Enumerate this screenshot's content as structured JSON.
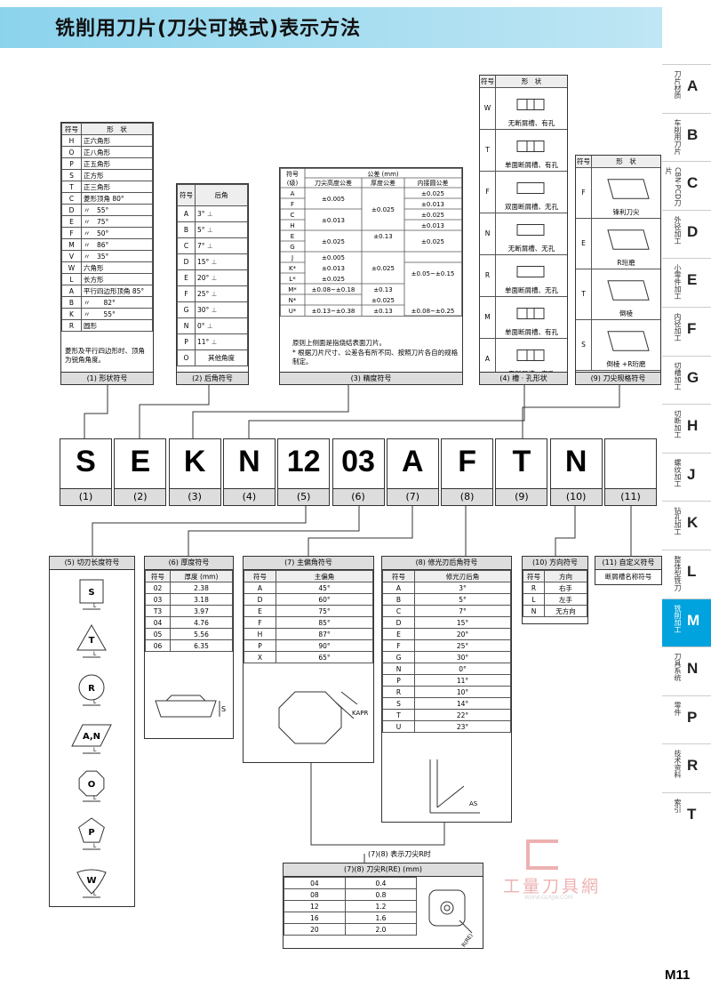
{
  "title": "铣削用刀片(刀尖可换式)表示方法",
  "page_number": "M11",
  "sidebar": [
    {
      "label": "刀片材质",
      "code": "A"
    },
    {
      "label": "车削用刀片",
      "code": "B"
    },
    {
      "label": "CBN·PCD刀片",
      "code": "C"
    },
    {
      "label": "外径加工",
      "code": "D"
    },
    {
      "label": "小零件加工",
      "code": "E"
    },
    {
      "label": "内径加工",
      "code": "F"
    },
    {
      "label": "切槽加工",
      "code": "G"
    },
    {
      "label": "切断加工",
      "code": "H"
    },
    {
      "label": "螺纹加工",
      "code": "J"
    },
    {
      "label": "钻孔加工",
      "code": "K"
    },
    {
      "label": "整体型铣刀",
      "code": "L"
    },
    {
      "label": "铣削加工",
      "code": "M",
      "active": true
    },
    {
      "label": "刀具系统",
      "code": "N"
    },
    {
      "label": "零件",
      "code": "P"
    },
    {
      "label": "技术资料",
      "code": "R"
    },
    {
      "label": "索引",
      "code": "T"
    }
  ],
  "shape": {
    "caption": "(1) 形状符号",
    "h_sym": "符号",
    "h_shape": "形　状",
    "rows": [
      [
        "H",
        "正六角形"
      ],
      [
        "O",
        "正八角形"
      ],
      [
        "P",
        "正五角形"
      ],
      [
        "S",
        "正方形"
      ],
      [
        "T",
        "正三角形"
      ],
      [
        "C",
        "菱形顶角 80°"
      ],
      [
        "D",
        "〃　55°"
      ],
      [
        "E",
        "〃　75°"
      ],
      [
        "F",
        "〃　50°"
      ],
      [
        "M",
        "〃　86°"
      ],
      [
        "V",
        "〃　35°"
      ],
      [
        "W",
        "六角形"
      ],
      [
        "L",
        "长方形"
      ],
      [
        "A",
        "平行四边形顶角 85°"
      ],
      [
        "B",
        "〃　　82°"
      ],
      [
        "K",
        "〃　　55°"
      ],
      [
        "R",
        "圆形"
      ]
    ],
    "note": "菱形及平行四边形时、顶角为锐角角度。"
  },
  "clearance": {
    "caption": "(2) 后角符号",
    "h_sym": "符号",
    "h_val": "后角",
    "rows": [
      [
        "A",
        "3°"
      ],
      [
        "B",
        "5°"
      ],
      [
        "C",
        "7°"
      ],
      [
        "D",
        "15°"
      ],
      [
        "E",
        "20°"
      ],
      [
        "F",
        "25°"
      ],
      [
        "G",
        "30°"
      ],
      [
        "N",
        "0°"
      ],
      [
        "P",
        "11°"
      ],
      [
        "O",
        "其他角度"
      ]
    ]
  },
  "tolerance": {
    "caption": "(3) 精度符号",
    "h_sym": "符号",
    "h_grade": "(级)",
    "h_tol": "公差 (mm)",
    "h_tip": "刀尖高度公差",
    "h_thk": "厚度公差",
    "h_ic": "内接圆公差",
    "rows": [
      {
        "s": "A",
        "tip": "±0.005",
        "thk": "±0.025",
        "ic": "±0.025"
      },
      {
        "s": "F",
        "tip": "",
        "thk": "",
        "ic": "±0.013"
      },
      {
        "s": "C",
        "tip": "±0.013",
        "thk": "",
        "ic": "±0.025"
      },
      {
        "s": "H",
        "tip": "",
        "thk": "",
        "ic": "±0.013"
      },
      {
        "s": "E",
        "tip": "±0.025",
        "thk": "±0.13",
        "ic": "±0.025"
      },
      {
        "s": "G",
        "tip": "",
        "thk": "",
        "ic": ""
      },
      {
        "s": "J",
        "tip": "±0.005",
        "thk": "",
        "ic": ""
      },
      {
        "s": "K*",
        "tip": "±0.013",
        "thk": "±0.025",
        "ic": "±0.05~±0.15"
      },
      {
        "s": "L*",
        "tip": "±0.025",
        "thk": "",
        "ic": ""
      },
      {
        "s": "M*",
        "tip": "±0.08~±0.18",
        "thk": "±0.13",
        "ic": ""
      },
      {
        "s": "N*",
        "tip": "",
        "thk": "±0.025",
        "ic": ""
      },
      {
        "s": "U*",
        "tip": "±0.13~±0.38",
        "thk": "±0.13",
        "ic": "±0.08~±0.25"
      }
    ],
    "note1": "原则上侧面是指烧结表面刀片。",
    "note2": "* 根据刀片尺寸、公差各有所不同、按照刀片各自的规格制定。"
  },
  "groove": {
    "caption": "(4) 槽 · 孔形状",
    "h_sym": "符号",
    "h_shape": "形　状",
    "rows": [
      [
        "W",
        "无断屑槽、有孔"
      ],
      [
        "T",
        "单面断屑槽、有孔"
      ],
      [
        "F",
        "双面断屑槽、无孔"
      ],
      [
        "N",
        "无断屑槽、无孔"
      ],
      [
        "R",
        "单面断屑槽、无孔"
      ],
      [
        "M",
        "单面断屑槽、有孔"
      ],
      [
        "A",
        "无断屑槽、有孔"
      ]
    ]
  },
  "edge": {
    "caption": "(9) 刀尖规格符号",
    "h_sym": "符号",
    "h_shape": "形　状",
    "rows": [
      [
        "F",
        "锋利刀尖"
      ],
      [
        "E",
        "R珩磨"
      ],
      [
        "T",
        "倒棱"
      ],
      [
        "S",
        "倒棱 +R珩磨"
      ]
    ]
  },
  "code": [
    {
      "char": "S",
      "num": "(1)"
    },
    {
      "char": "E",
      "num": "(2)"
    },
    {
      "char": "K",
      "num": "(3)"
    },
    {
      "char": "N",
      "num": "(4)"
    },
    {
      "char": "12",
      "num": "(5)"
    },
    {
      "char": "03",
      "num": "(6)"
    },
    {
      "char": "A",
      "num": "(7)"
    },
    {
      "char": "F",
      "num": "(8)"
    },
    {
      "char": "T",
      "num": "(9)"
    },
    {
      "char": "N",
      "num": "(10)"
    },
    {
      "char": "",
      "num": "(11)"
    }
  ],
  "edgelen": {
    "caption": "(5) 切刃长度符号",
    "shapes": [
      "S",
      "T",
      "R",
      "A,N",
      "O",
      "P",
      "W"
    ],
    "dim": "L"
  },
  "thickness": {
    "caption": "(6) 厚度符号",
    "h_sym": "符号",
    "h_val": "厚度 (mm)",
    "rows": [
      [
        "02",
        "2.38"
      ],
      [
        "03",
        "3.18"
      ],
      [
        "T3",
        "3.97"
      ],
      [
        "04",
        "4.76"
      ],
      [
        "05",
        "5.56"
      ],
      [
        "06",
        "6.35"
      ]
    ],
    "dim": "S"
  },
  "approach": {
    "caption": "(7) 主偏角符号",
    "h_sym": "符号",
    "h_val": "主偏角",
    "rows": [
      [
        "A",
        "45°"
      ],
      [
        "D",
        "60°"
      ],
      [
        "E",
        "75°"
      ],
      [
        "F",
        "85°"
      ],
      [
        "H",
        "87°"
      ],
      [
        "P",
        "90°"
      ],
      [
        "X",
        "65°"
      ]
    ],
    "dim": "KAPR"
  },
  "wiper": {
    "caption": "(8) 修光刃后角符号",
    "h_sym": "符号",
    "h_val": "修光刃后角",
    "rows": [
      [
        "A",
        "3°"
      ],
      [
        "B",
        "5°"
      ],
      [
        "C",
        "7°"
      ],
      [
        "D",
        "15°"
      ],
      [
        "E",
        "20°"
      ],
      [
        "F",
        "25°"
      ],
      [
        "G",
        "30°"
      ],
      [
        "N",
        "0°"
      ],
      [
        "P",
        "11°"
      ],
      [
        "R",
        "10°"
      ],
      [
        "S",
        "14°"
      ],
      [
        "T",
        "22°"
      ],
      [
        "U",
        "23°"
      ]
    ],
    "dim": "AS"
  },
  "direction": {
    "caption": "(10) 方向符号",
    "h_sym": "符号",
    "h_val": "方向",
    "rows": [
      [
        "R",
        "右手"
      ],
      [
        "L",
        "左手"
      ],
      [
        "N",
        "无方向"
      ]
    ]
  },
  "custom": {
    "caption": "(11) 自定义符号",
    "text": "断屑槽名称符号"
  },
  "radius_note": "(7)(8) 表示刀尖R时",
  "radius": {
    "caption": "(7)(8) 刀尖R(RE) (mm)",
    "rows": [
      [
        "04",
        "0.4"
      ],
      [
        "08",
        "0.8"
      ],
      [
        "12",
        "1.2"
      ],
      [
        "16",
        "1.6"
      ],
      [
        "20",
        "2.0"
      ]
    ],
    "dim": "R(RE)"
  },
  "watermark": {
    "text": "工量刀具網",
    "url": "WWW.GLRJW.COM"
  }
}
